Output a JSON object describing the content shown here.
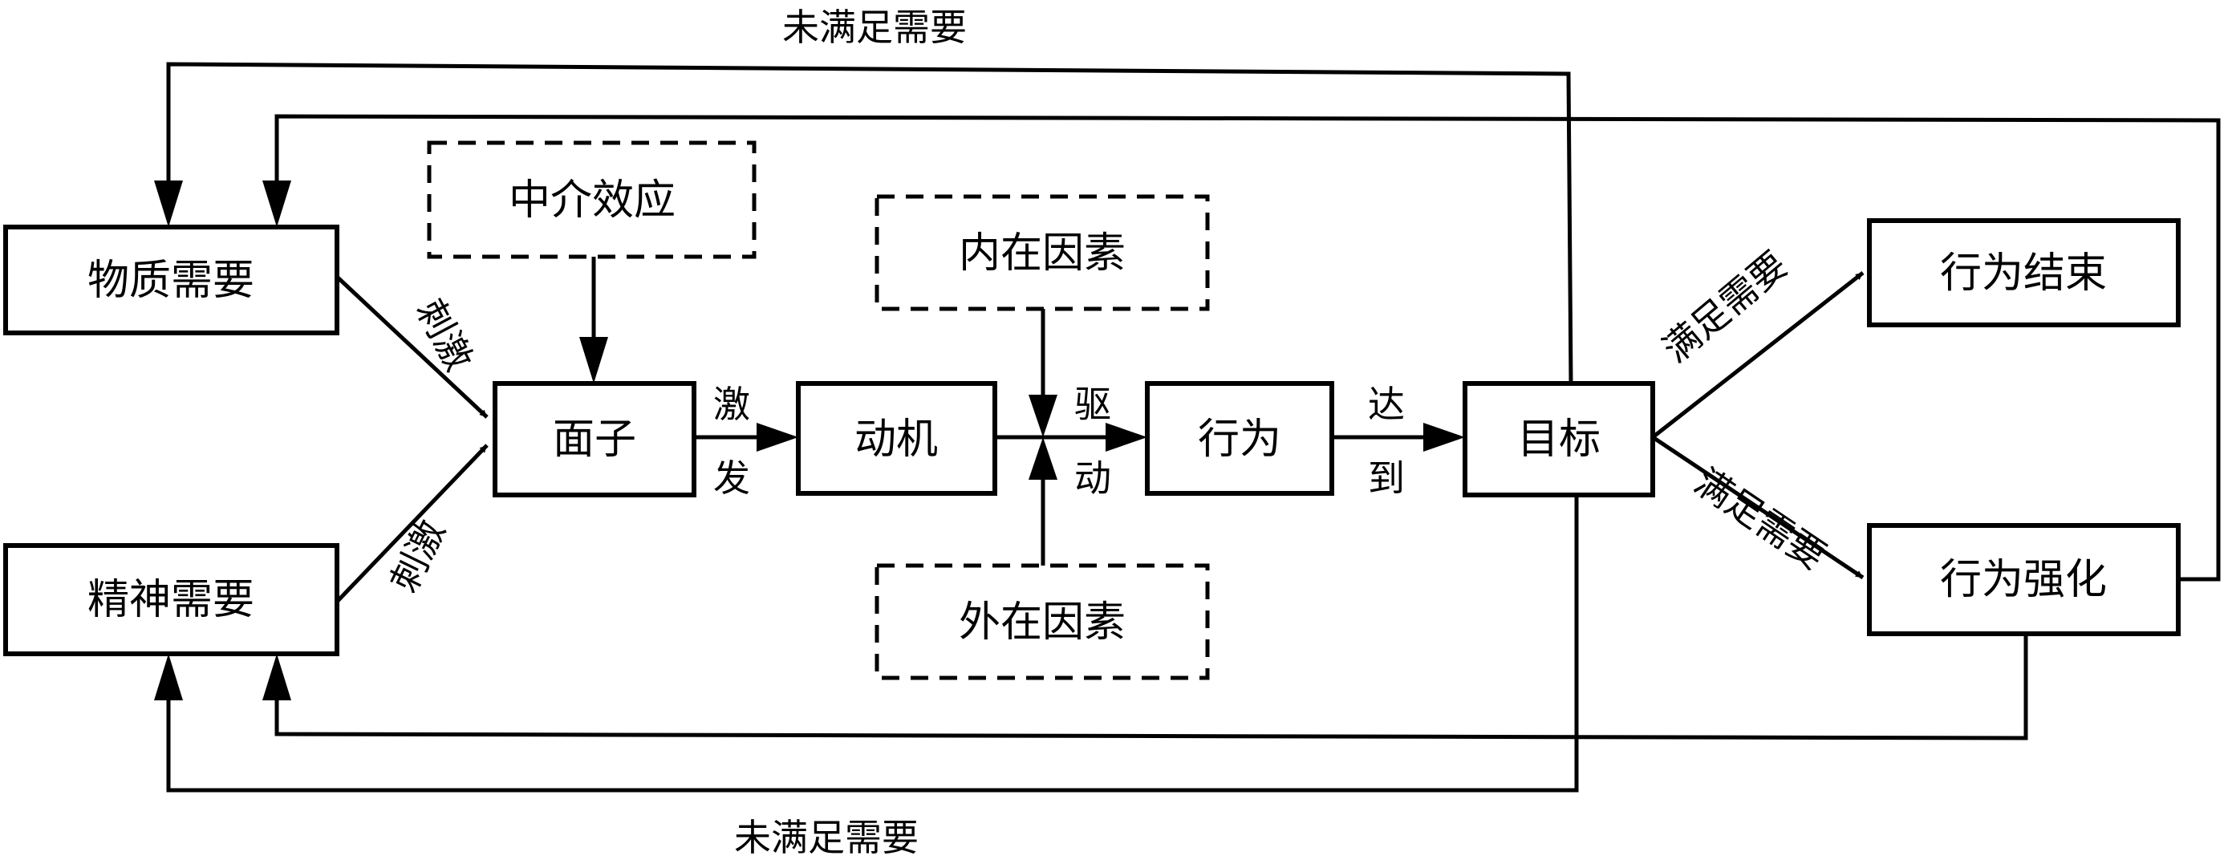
{
  "diagram": {
    "type": "flowchart",
    "nodes": {
      "material_need": "物质需要",
      "spiritual_need": "精神需要",
      "mediation_effect": "中介效应",
      "face": "面子",
      "motive": "动机",
      "internal_factors": "内在因素",
      "external_factors": "外在因素",
      "behavior": "行为",
      "goal": "目标",
      "behavior_end": "行为结束",
      "behavior_reinforce": "行为强化"
    },
    "edge_labels": {
      "stimulate_top": "刺激",
      "stimulate_bottom": "刺激",
      "trigger_1": "激",
      "trigger_2": "发",
      "drive_1": "驱",
      "drive_2": "动",
      "reach_1": "达",
      "reach_2": "到",
      "satisfy_top": "满足需要",
      "satisfy_bottom": "满足需要",
      "unsatisfied_top": "未满足需要",
      "unsatisfied_bottom": "未满足需要"
    },
    "edges": [
      {
        "from": "物质需要",
        "to": "面子",
        "label": "刺激"
      },
      {
        "from": "精神需要",
        "to": "面子",
        "label": "刺激"
      },
      {
        "from": "中介效应",
        "to": "面子"
      },
      {
        "from": "面子",
        "to": "动机",
        "label": "激发"
      },
      {
        "from": "动机",
        "to": "行为",
        "label": "驱动"
      },
      {
        "from": "内在因素",
        "to": "驱动"
      },
      {
        "from": "外在因素",
        "to": "驱动"
      },
      {
        "from": "行为",
        "to": "目标",
        "label": "达到"
      },
      {
        "from": "目标",
        "to": "行为结束",
        "label": "满足需要"
      },
      {
        "from": "目标",
        "to": "行为强化",
        "label": "满足需要"
      },
      {
        "from": "目标",
        "to": "物质需要",
        "label": "未满足需要"
      },
      {
        "from": "目标",
        "to": "精神需要",
        "label": "未满足需要"
      },
      {
        "from": "行为强化",
        "to": "物质需要"
      },
      {
        "from": "行为强化",
        "to": "精神需要"
      }
    ]
  }
}
